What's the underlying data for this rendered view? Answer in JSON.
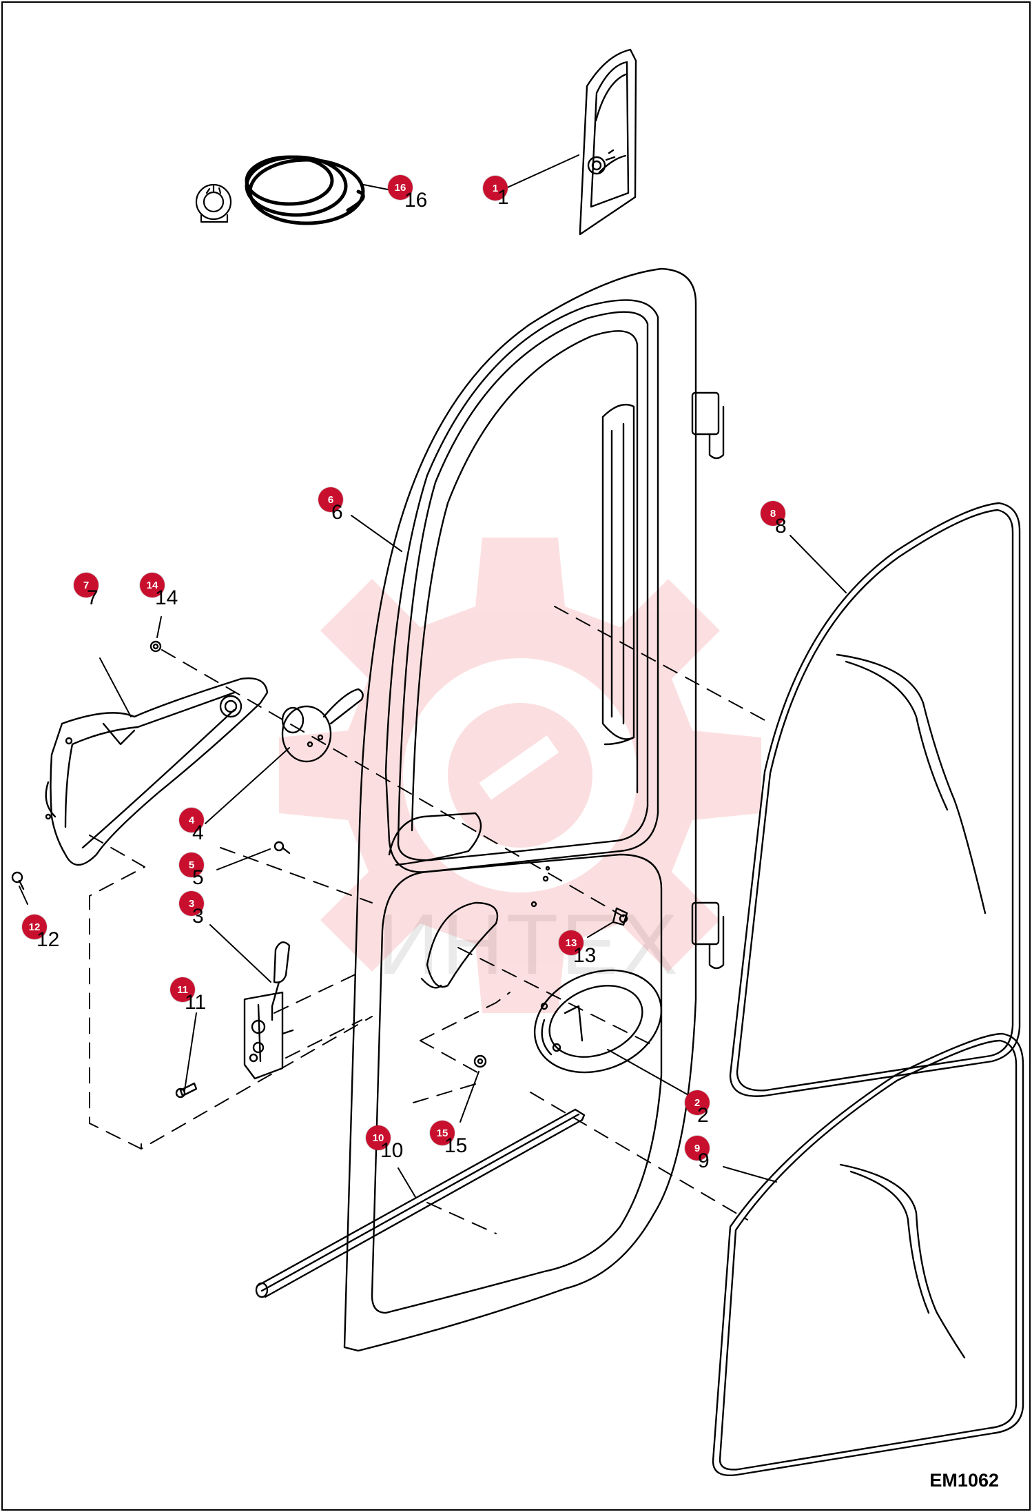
{
  "drawing_code": "EM1062",
  "watermark": {
    "text": "ИНТЕХ",
    "color": "#e8262e"
  },
  "colors": {
    "callout": "#c8102e",
    "line": "#000000"
  },
  "parts": [
    {
      "callout": "1",
      "label": "1"
    },
    {
      "callout": "2",
      "label": "2"
    },
    {
      "callout": "3",
      "label": "3"
    },
    {
      "callout": "4",
      "label": "4"
    },
    {
      "callout": "5",
      "label": "5"
    },
    {
      "callout": "6",
      "label": "6"
    },
    {
      "callout": "7",
      "label": "7"
    },
    {
      "callout": "8",
      "label": "8"
    },
    {
      "callout": "9",
      "label": "9"
    },
    {
      "callout": "10",
      "label": "10"
    },
    {
      "callout": "11",
      "label": "11"
    },
    {
      "callout": "12",
      "label": "12"
    },
    {
      "callout": "13",
      "label": "13"
    },
    {
      "callout": "14",
      "label": "14"
    },
    {
      "callout": "15",
      "label": "15"
    },
    {
      "callout": "16",
      "label": "16"
    }
  ]
}
